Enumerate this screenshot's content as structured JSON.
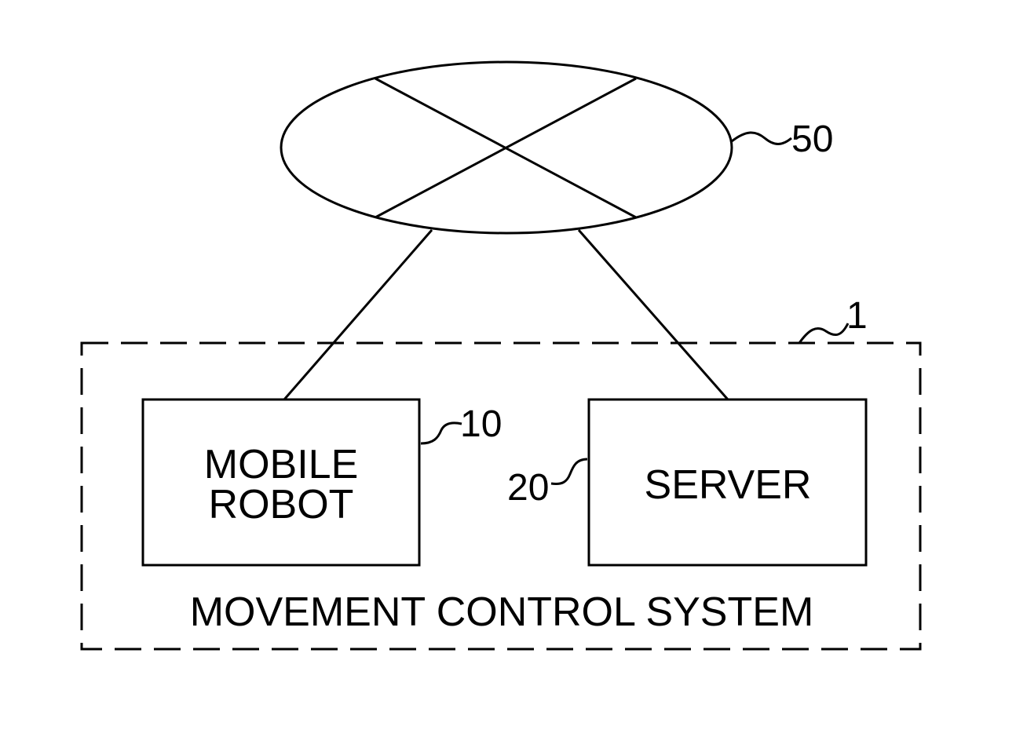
{
  "diagram": {
    "network": {
      "reference_numeral": "50"
    },
    "system": {
      "label": "MOVEMENT CONTROL SYSTEM",
      "reference_numeral": "1"
    },
    "mobile_robot": {
      "label_line1": "MOBILE",
      "label_line2": "ROBOT",
      "reference_numeral": "10"
    },
    "server": {
      "label": "SERVER",
      "reference_numeral": "20"
    }
  }
}
